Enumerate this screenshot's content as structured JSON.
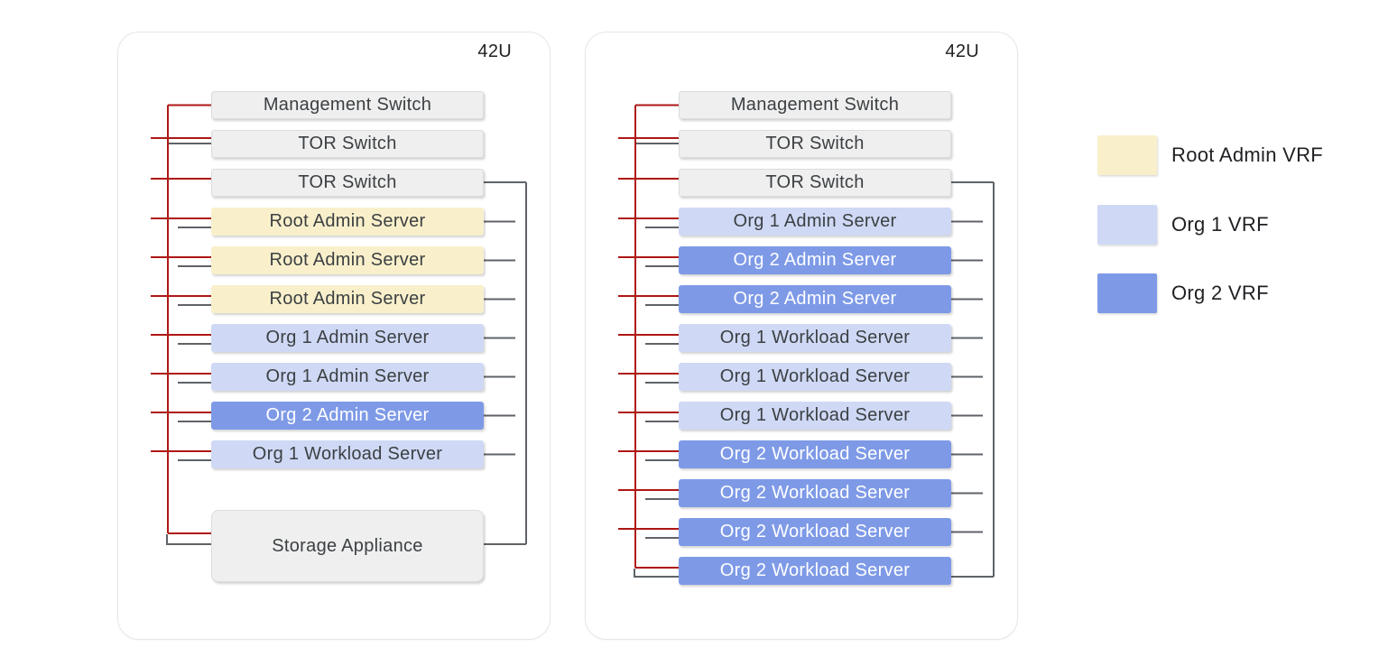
{
  "colors": {
    "infra_fill": "#EFEFEF",
    "root_admin_fill": "#F9F0CB",
    "org1_fill": "#CFD9F5",
    "org2_fill": "#7E9AE7",
    "mgmt_link": "#AE1714",
    "data_link": "#5F6368",
    "text_dark": "#3C4043",
    "text_light": "#FFFFFF"
  },
  "racks": [
    {
      "capacity_label": "42U",
      "units": [
        {
          "label": "Management Switch",
          "type": "infra",
          "role": "mgmt"
        },
        {
          "label": "TOR Switch",
          "type": "infra",
          "role": "tor1"
        },
        {
          "label": "TOR Switch",
          "type": "infra",
          "role": "tor2"
        },
        {
          "label": "Root Admin Server",
          "type": "root-admin",
          "role": "server"
        },
        {
          "label": "Root Admin Server",
          "type": "root-admin",
          "role": "server"
        },
        {
          "label": "Root Admin Server",
          "type": "root-admin",
          "role": "server"
        },
        {
          "label": "Org 1 Admin Server",
          "type": "org1",
          "role": "server"
        },
        {
          "label": "Org 1 Admin Server",
          "type": "org1",
          "role": "server"
        },
        {
          "label": "Org 2 Admin Server",
          "type": "org2",
          "role": "server"
        },
        {
          "label": "Org 1 Workload Server",
          "type": "org1",
          "role": "server"
        },
        {
          "label": "Storage Appliance",
          "type": "infra",
          "role": "bottom",
          "tall": true
        }
      ]
    },
    {
      "capacity_label": "42U",
      "units": [
        {
          "label": "Management Switch",
          "type": "infra",
          "role": "mgmt"
        },
        {
          "label": "TOR Switch",
          "type": "infra",
          "role": "tor1"
        },
        {
          "label": "TOR Switch",
          "type": "infra",
          "role": "tor2"
        },
        {
          "label": "Org 1 Admin Server",
          "type": "org1",
          "role": "server"
        },
        {
          "label": "Org 2 Admin Server",
          "type": "org2",
          "role": "server"
        },
        {
          "label": "Org 2 Admin Server",
          "type": "org2",
          "role": "server"
        },
        {
          "label": "Org 1 Workload Server",
          "type": "org1",
          "role": "server"
        },
        {
          "label": "Org 1 Workload Server",
          "type": "org1",
          "role": "server"
        },
        {
          "label": "Org 1 Workload Server",
          "type": "org1",
          "role": "server"
        },
        {
          "label": "Org 2 Workload Server",
          "type": "org2",
          "role": "server"
        },
        {
          "label": "Org 2 Workload Server",
          "type": "org2",
          "role": "server"
        },
        {
          "label": "Org 2 Workload Server",
          "type": "org2",
          "role": "server"
        },
        {
          "label": "Org 2 Workload Server",
          "type": "org2",
          "role": "bottom"
        }
      ]
    }
  ],
  "legend": {
    "items": [
      {
        "label": "Root Admin VRF",
        "type": "root-admin"
      },
      {
        "label": "Org 1 VRF",
        "type": "org1"
      },
      {
        "label": "Org 2 VRF",
        "type": "org2"
      }
    ]
  }
}
